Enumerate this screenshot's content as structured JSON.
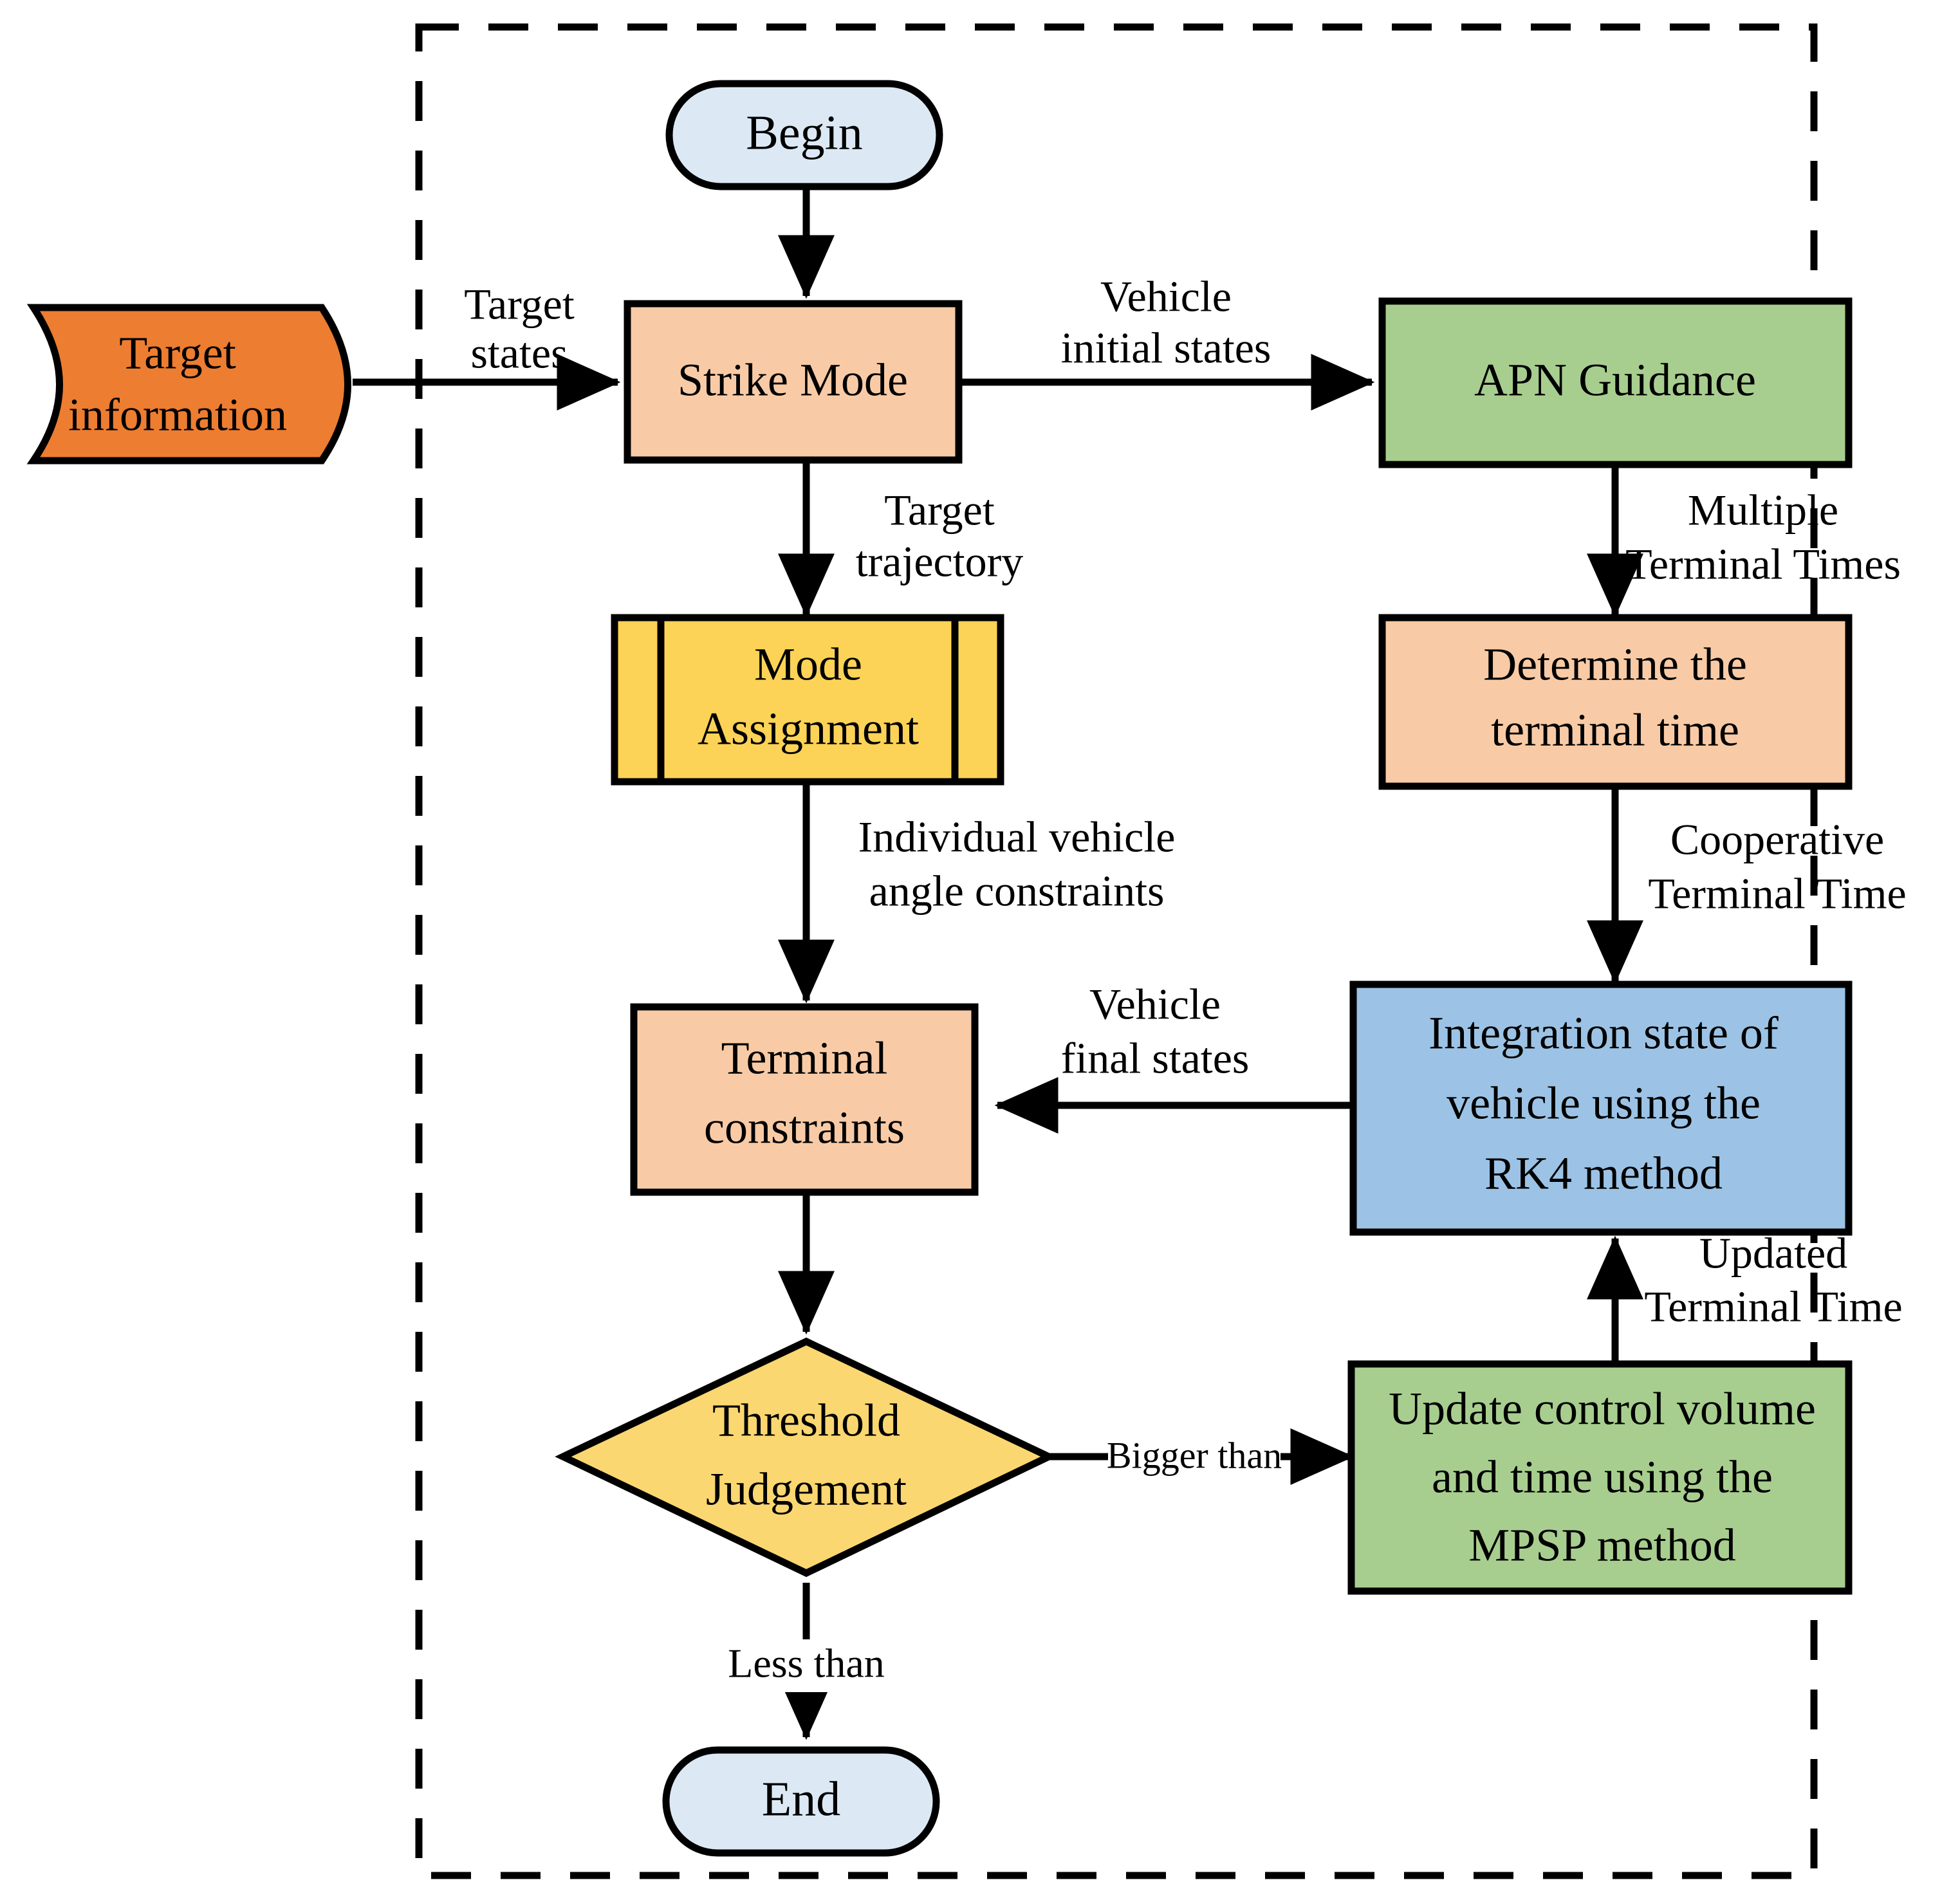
{
  "diagram": {
    "title": "Cooperative guidance algorithm flowchart",
    "boundary": {
      "style": "dashed",
      "color": "#000000"
    },
    "colors": {
      "terminator_fill": "#DCE9F5",
      "process_fill": "#F8CBA6",
      "data_fill": "#ED7D31",
      "subroutine_fill": "#FCD356",
      "decision_fill": "#FBD771",
      "green_fill": "#A8CE8F",
      "blue_fill": "#9CC3E5",
      "stroke": "#000000"
    },
    "nodes": [
      {
        "id": "begin",
        "label": "Begin",
        "shape": "terminator",
        "fill": "#DCE9F5"
      },
      {
        "id": "target-info",
        "label": "Target\ninformation",
        "shape": "data",
        "fill": "#ED7D31",
        "lines": [
          "Target",
          "information"
        ]
      },
      {
        "id": "strike-mode",
        "label": "Strike Mode",
        "shape": "process",
        "fill": "#F8CBA6",
        "lines": [
          "Strike Mode"
        ]
      },
      {
        "id": "apn-guidance",
        "label": "APN Guidance",
        "shape": "process",
        "fill": "#A8CE8F",
        "lines": [
          "APN Guidance"
        ]
      },
      {
        "id": "mode-assign",
        "label": "Mode Assignment",
        "shape": "subroutine",
        "fill": "#FCD356",
        "lines": [
          "Mode",
          "Assignment"
        ]
      },
      {
        "id": "determine-tt",
        "label": "Determine the terminal time",
        "shape": "process",
        "fill": "#F8CBA6",
        "lines": [
          "Determine the",
          "terminal time"
        ]
      },
      {
        "id": "terminal-cons",
        "label": "Terminal constraints",
        "shape": "process",
        "fill": "#F8CBA6",
        "lines": [
          "Terminal",
          "constraints"
        ]
      },
      {
        "id": "rk4",
        "label": "Integration state of vehicle using the RK4 method",
        "shape": "process",
        "fill": "#9CC3E5",
        "lines": [
          "Integration  state of",
          "vehicle using the",
          "RK4 method"
        ]
      },
      {
        "id": "threshold",
        "label": "Threshold Judgement",
        "shape": "decision",
        "fill": "#FBD771",
        "lines": [
          "Threshold",
          "Judgement"
        ]
      },
      {
        "id": "mpsp",
        "label": "Update control volume and time using the MPSP method",
        "shape": "process",
        "fill": "#A8CE8F",
        "lines": [
          "Update control volume",
          "and time using the",
          "MPSP method"
        ]
      },
      {
        "id": "end",
        "label": "End",
        "shape": "terminator",
        "fill": "#DCE9F5"
      }
    ],
    "edges": [
      {
        "id": "e-target-strike",
        "from": "target-info",
        "to": "strike-mode",
        "lines": [
          "Target",
          "states"
        ]
      },
      {
        "id": "e-begin-strike",
        "from": "begin",
        "to": "strike-mode",
        "lines": []
      },
      {
        "id": "e-strike-apn",
        "from": "strike-mode",
        "to": "apn-guidance",
        "lines": [
          "Vehicle",
          "initial states"
        ]
      },
      {
        "id": "e-strike-mode-assn",
        "from": "strike-mode",
        "to": "mode-assign",
        "lines": [
          "Target",
          "trajectory"
        ]
      },
      {
        "id": "e-apn-determine",
        "from": "apn-guidance",
        "to": "determine-tt",
        "lines": [
          "Multiple",
          "Terminal Times"
        ]
      },
      {
        "id": "e-assn-terminal",
        "from": "mode-assign",
        "to": "terminal-cons",
        "lines": [
          "Individual vehicle",
          "angle constraints"
        ]
      },
      {
        "id": "e-determine-rk4",
        "from": "determine-tt",
        "to": "rk4",
        "lines": [
          "Cooperative",
          "Terminal Time"
        ]
      },
      {
        "id": "e-rk4-terminal",
        "from": "rk4",
        "to": "terminal-cons",
        "lines": [
          "Vehicle",
          "final states"
        ]
      },
      {
        "id": "e-terminal-thresh",
        "from": "terminal-cons",
        "to": "threshold",
        "lines": []
      },
      {
        "id": "e-thresh-mpsp",
        "from": "threshold",
        "to": "mpsp",
        "lines": [
          "Bigger than"
        ]
      },
      {
        "id": "e-mpsp-rk4",
        "from": "mpsp",
        "to": "rk4",
        "lines": [
          "Updated",
          "Terminal Time"
        ]
      },
      {
        "id": "e-thresh-end",
        "from": "threshold",
        "to": "end",
        "lines": [
          "Less than"
        ]
      }
    ],
    "labels": {
      "begin": "Begin",
      "end": "End",
      "target_info_l1": "Target",
      "target_info_l2": "information",
      "strike_mode": "Strike Mode",
      "apn_guidance": "APN Guidance",
      "mode_assignment_l1": "Mode",
      "mode_assignment_l2": "Assignment",
      "determine_tt_l1": "Determine the",
      "determine_tt_l2": "terminal time",
      "terminal_constraints_l1": "Terminal",
      "terminal_constraints_l2": "constraints",
      "rk4_l1": "Integration  state of",
      "rk4_l2": "vehicle using the",
      "rk4_l3": "RK4 method",
      "threshold_l1": "Threshold",
      "threshold_l2": "Judgement",
      "mpsp_l1": "Update control volume",
      "mpsp_l2": "and time using the",
      "mpsp_l3": "MPSP method",
      "edge_target_states_l1": "Target",
      "edge_target_states_l2": "states",
      "edge_vehicle_initial_l1": "Vehicle",
      "edge_vehicle_initial_l2": "initial states",
      "edge_target_traj_l1": "Target",
      "edge_target_traj_l2": "trajectory",
      "edge_multiple_tt_l1": "Multiple",
      "edge_multiple_tt_l2": "Terminal Times",
      "edge_indiv_angle_l1": "Individual vehicle",
      "edge_indiv_angle_l2": "angle constraints",
      "edge_coop_tt_l1": "Cooperative",
      "edge_coop_tt_l2": "Terminal Time",
      "edge_vehicle_final_l1": "Vehicle",
      "edge_vehicle_final_l2": "final states",
      "edge_updated_tt_l1": "Updated",
      "edge_updated_tt_l2": "Terminal Time",
      "edge_bigger_than": "Bigger than",
      "edge_less_than": "Less than"
    }
  }
}
